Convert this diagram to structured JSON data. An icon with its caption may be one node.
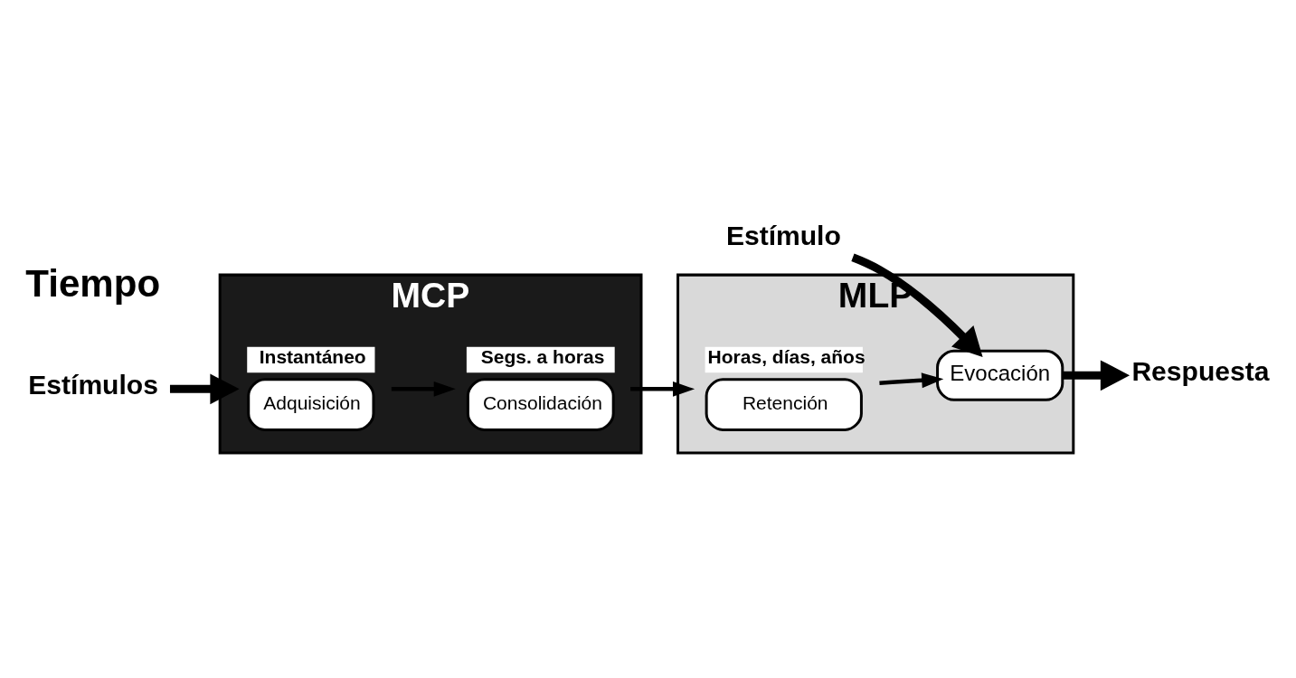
{
  "diagram": {
    "nodes": [
      {
        "text": [
          "MCP"
        ]
      },
      {
        "text": [
          "Adquisición"
        ],
        "in": 0,
        "beside": [
          "Instantáneo"
        ]
      },
      {
        "text": [
          "Consolidación"
        ],
        "in": 0,
        "beside": [
          "Segs. a horas"
        ]
      },
      {
        "text": [
          "MLP"
        ]
      },
      {
        "text": [
          "Retención"
        ],
        "in": 3,
        "beside": [
          "Horas, días, años"
        ]
      },
      {
        "text": [
          "Evocación"
        ],
        "in": 3
      },
      {
        "text": [
          "Estímulos"
        ]
      },
      {
        "text": [
          "Estímulo"
        ]
      },
      {
        "text": [
          "Respuesta"
        ]
      }
    ],
    "edges": [
      {
        "from": 1,
        "to": 2,
        "arrow": "to"
      },
      {
        "from": 2,
        "to": 4,
        "arrow": "to"
      },
      {
        "from": 4,
        "to": 5,
        "arrow": "to"
      },
      {
        "from": 6,
        "to": 1,
        "arrow": "to",
        "style": "thick"
      },
      {
        "from": 7,
        "to": 5,
        "arrow": "to",
        "style": "thick"
      },
      {
        "from": 5,
        "to": 8,
        "arrow": "to",
        "style": "thick"
      }
    ],
    "labels": [
      "Tiempo"
    ]
  }
}
